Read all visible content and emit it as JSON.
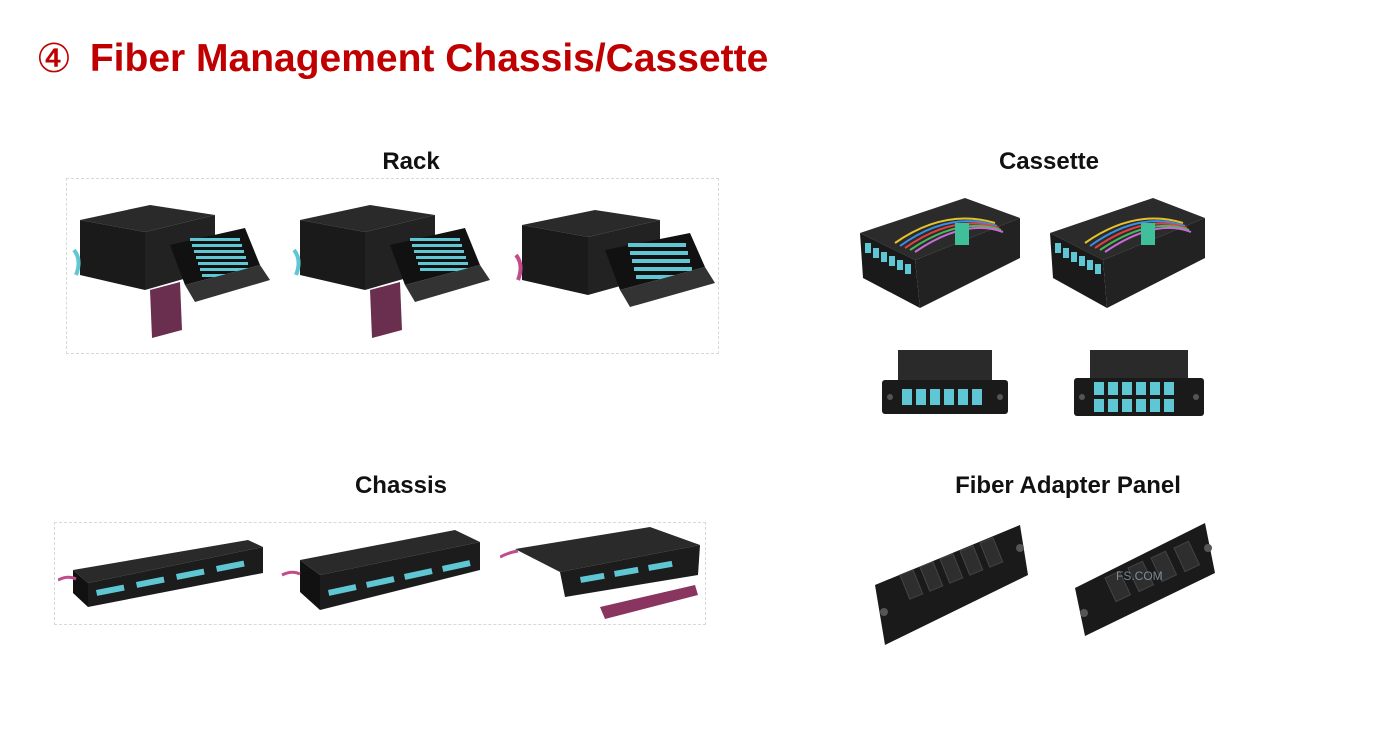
{
  "slide": {
    "number": "④",
    "title": "Fiber Management Chassis/Cassette"
  },
  "sections": {
    "rack": {
      "label": "Rack"
    },
    "cassette": {
      "label": "Cassette"
    },
    "chassis": {
      "label": "Chassis"
    },
    "adapter_panel": {
      "label": "Fiber Adapter Panel",
      "watermark": "FS.COM"
    }
  },
  "colors": {
    "title": "#c00000",
    "equipment": "#1c1c1c",
    "port_aqua": "#5fc7d3",
    "port_magenta": "#a3477a"
  }
}
